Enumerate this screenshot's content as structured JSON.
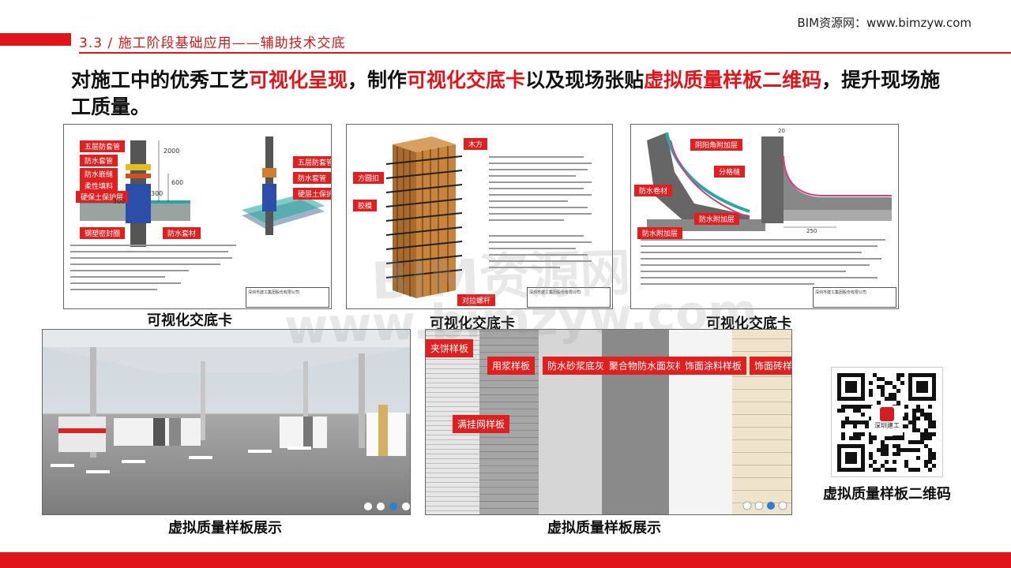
{
  "source": "BIM资源网：www.bimzyw.com",
  "section": {
    "number": "3.3 /",
    "title": "施工阶段基础应用——辅助技术交底"
  },
  "headline": {
    "p1": "对施工中的优秀工艺",
    "h1": "可视化呈现",
    "p2": "，制作",
    "h2": "可视化交底卡",
    "p3": "以及现场张贴",
    "h3": "虚拟质量样板二维码",
    "p4": "，提升现场施工质量。"
  },
  "captions": {
    "card1": "可视化交底卡",
    "card2": "可视化交底卡",
    "card3": "可视化交底卡",
    "virtual1": "虚拟质量样板展示",
    "virtual2": "虚拟质量样板展示",
    "qr": "虚拟质量样板二维码"
  },
  "card1": {
    "tags": [
      "五层防套管",
      "防水套管",
      "防水嵌缝",
      "柔性填料",
      "硬保土保护层",
      "钢塑密封圈",
      "防水套材",
      "五层防套管",
      "防水套管",
      "硬层土保护层"
    ],
    "dims": [
      "2000",
      "600",
      "300",
      "300"
    ],
    "company": "深圳市建工集团股份有限公司"
  },
  "card2": {
    "tags": [
      "木方",
      "方圆扣",
      "胶模",
      "对拉螺杆"
    ],
    "company": "深圳市建工集团股份有限公司"
  },
  "card3": {
    "tags": [
      "阴阳角附加层",
      "分格缝",
      "防水卷材",
      "防水附加层",
      "防水附加层"
    ],
    "dims": [
      "20",
      "250"
    ],
    "company": "深圳市建工集团股份有限公司"
  },
  "virtual2": {
    "labels": [
      "夹饼样板",
      "用浆样板",
      "防水砂浆底灰样板",
      "聚合物防水面灰样板",
      "饰面涂料样板",
      "饰面砖样板",
      "满挂网样板"
    ]
  },
  "qr": {
    "logo_text": "深圳建工"
  },
  "watermarks": [
    "BIM资源网",
    "www.bimzyw.com"
  ],
  "colors": {
    "accent": "#e0151b",
    "text": "#111111"
  }
}
